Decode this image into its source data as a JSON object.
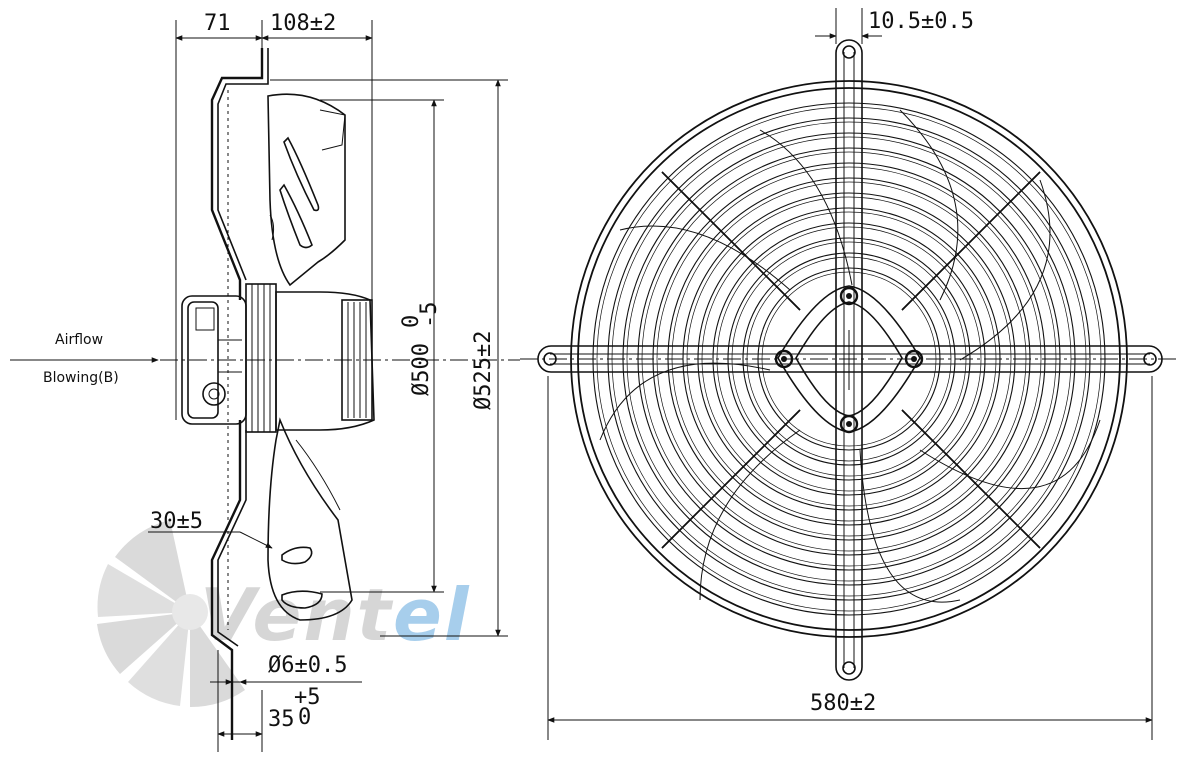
{
  "side_view": {
    "airflow_label": "Airflow",
    "mode_label": "Blowing(B)",
    "dim_71": "71",
    "dim_108": "108±2",
    "dim_30": "30±5",
    "dim_6": "Ø6±0.5",
    "dim_35_base": "35",
    "dim_35_upper": "+5",
    "dim_35_lower": "0",
    "dim_500_base": "Ø500",
    "dim_500_upper": "0",
    "dim_500_lower": "-5",
    "dim_525": "Ø525±2"
  },
  "front_view": {
    "dim_top": "10.5±0.5",
    "dim_bottom": "580±2"
  },
  "watermark": {
    "text_dark": "Vent",
    "text_accent": "el",
    "accent_color": "#9ec9ea",
    "dark_color": "#d2d2d2"
  }
}
